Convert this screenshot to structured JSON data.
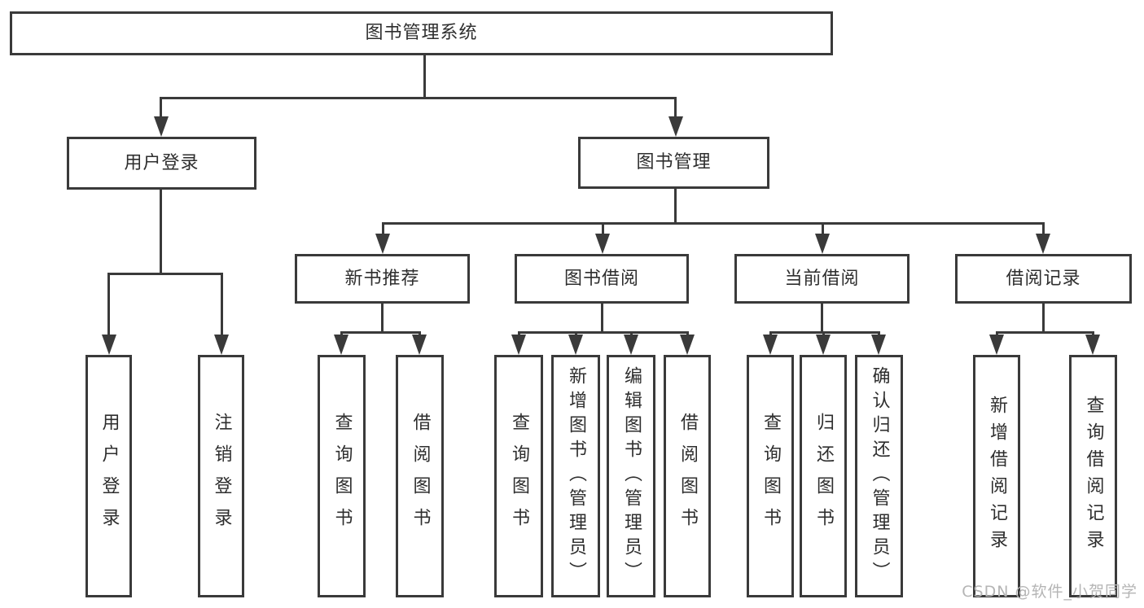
{
  "diagram_type": "hierarchy-tree",
  "tree": {
    "root": {
      "label": "图书管理系统"
    },
    "level2": [
      {
        "label": "用户登录",
        "children": [
          {
            "label": "用户登录"
          },
          {
            "label": "注销登录"
          }
        ]
      },
      {
        "label": "图书管理",
        "children": [
          {
            "label": "新书推荐",
            "children": [
              {
                "label": "查询图书"
              },
              {
                "label": "借阅图书"
              }
            ]
          },
          {
            "label": "图书借阅",
            "children": [
              {
                "label": "查询图书"
              },
              {
                "label": "新增图书（管理员）"
              },
              {
                "label": "编辑图书（管理员）"
              },
              {
                "label": "借阅图书"
              }
            ]
          },
          {
            "label": "当前借阅",
            "children": [
              {
                "label": "查询图书"
              },
              {
                "label": "归还图书"
              },
              {
                "label": "确认归还（管理员）"
              }
            ]
          },
          {
            "label": "借阅记录",
            "children": [
              {
                "label": "新增借阅记录"
              },
              {
                "label": "查询借阅记录"
              }
            ]
          }
        ]
      }
    ]
  },
  "watermark": {
    "text": "CSDN @软件_小贺同学"
  },
  "colors": {
    "line": "#3a3a3a",
    "box_border": "#3a3a3a",
    "text": "#2e2e2e",
    "watermark": "#b5b5b5",
    "background": "#ffffff"
  }
}
